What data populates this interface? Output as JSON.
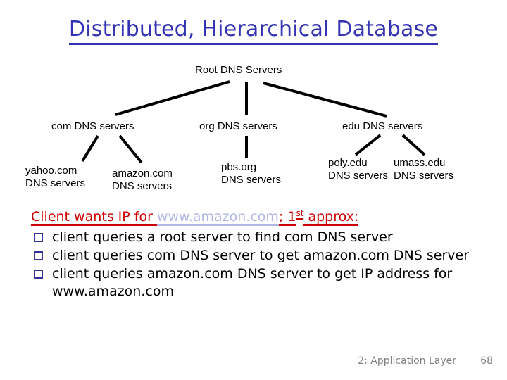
{
  "title": "Distributed, Hierarchical Database",
  "tree": {
    "root": "Root DNS Servers",
    "tlds": [
      {
        "label": "com DNS servers"
      },
      {
        "label": "org DNS servers"
      },
      {
        "label": "edu DNS servers"
      }
    ],
    "leaves": [
      {
        "line1": "yahoo.com",
        "line2": "DNS servers"
      },
      {
        "line1": "amazon.com",
        "line2": "DNS servers"
      },
      {
        "line1": "pbs.org",
        "line2": "DNS servers"
      },
      {
        "line1": "poly.edu",
        "line2": "DNS servers"
      },
      {
        "line1": "umass.edu",
        "line2": "DNS servers"
      }
    ]
  },
  "lead": {
    "part1": "Client wants IP for ",
    "link": "www.amazon.com",
    "part2": "; 1",
    "sup": "st",
    "part3": " approx:"
  },
  "bullets": [
    {
      "text": "client queries a root server to find com DNS server"
    },
    {
      "text": "client queries com DNS server to get amazon.com DNS server"
    },
    {
      "text": "client queries amazon.com DNS server to get IP address for www.amazon.com"
    }
  ],
  "footer": {
    "chapter": "2: Application Layer",
    "page": "68"
  },
  "colors": {
    "title": "#3333b3",
    "lead": "#cc0000",
    "link": "#b3b7e6",
    "bullet": "#333399",
    "footer": "#808080",
    "tree_line": "#000000"
  }
}
